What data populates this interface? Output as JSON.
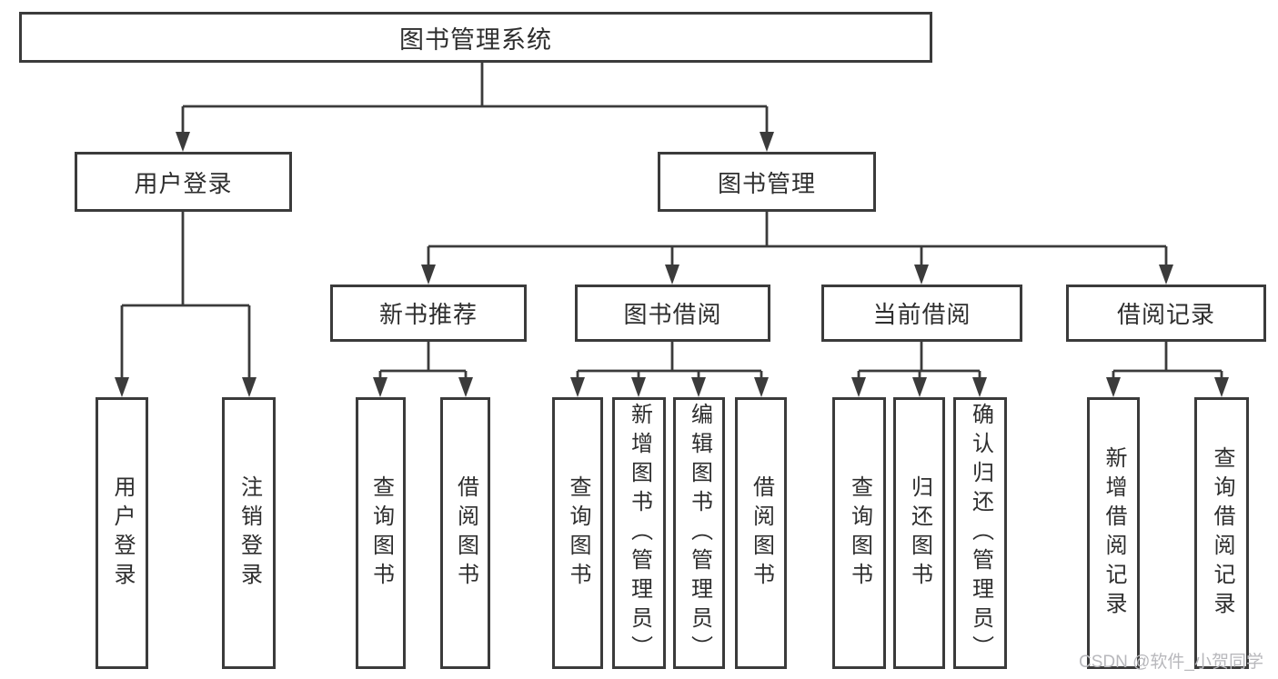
{
  "diagram": {
    "root": {
      "label": "图书管理系统"
    },
    "level2": [
      {
        "label": "用户登录",
        "children": [
          {
            "label": "用户登录"
          },
          {
            "label": "注销登录"
          }
        ]
      },
      {
        "label": "图书管理",
        "children": [
          {
            "label": "新书推荐",
            "children": [
              {
                "label": "查询图书"
              },
              {
                "label": "借阅图书"
              }
            ]
          },
          {
            "label": "图书借阅",
            "children": [
              {
                "label": "查询图书"
              },
              {
                "label": "新增图书（管理员）"
              },
              {
                "label": "编辑图书（管理员）"
              },
              {
                "label": "借阅图书"
              }
            ]
          },
          {
            "label": "当前借阅",
            "children": [
              {
                "label": "查询图书"
              },
              {
                "label": "归还图书"
              },
              {
                "label": "确认归还（管理员）"
              }
            ]
          },
          {
            "label": "借阅记录",
            "children": [
              {
                "label": "新增借阅记录"
              },
              {
                "label": "查询借阅记录"
              }
            ]
          }
        ]
      }
    ]
  },
  "watermark": {
    "text": "CSDN @软件_小贺同学"
  },
  "colors": {
    "line": "#3b3b3b",
    "text": "#2e2e2e",
    "watermark": "#b8b8bc",
    "background": "#ffffff"
  }
}
